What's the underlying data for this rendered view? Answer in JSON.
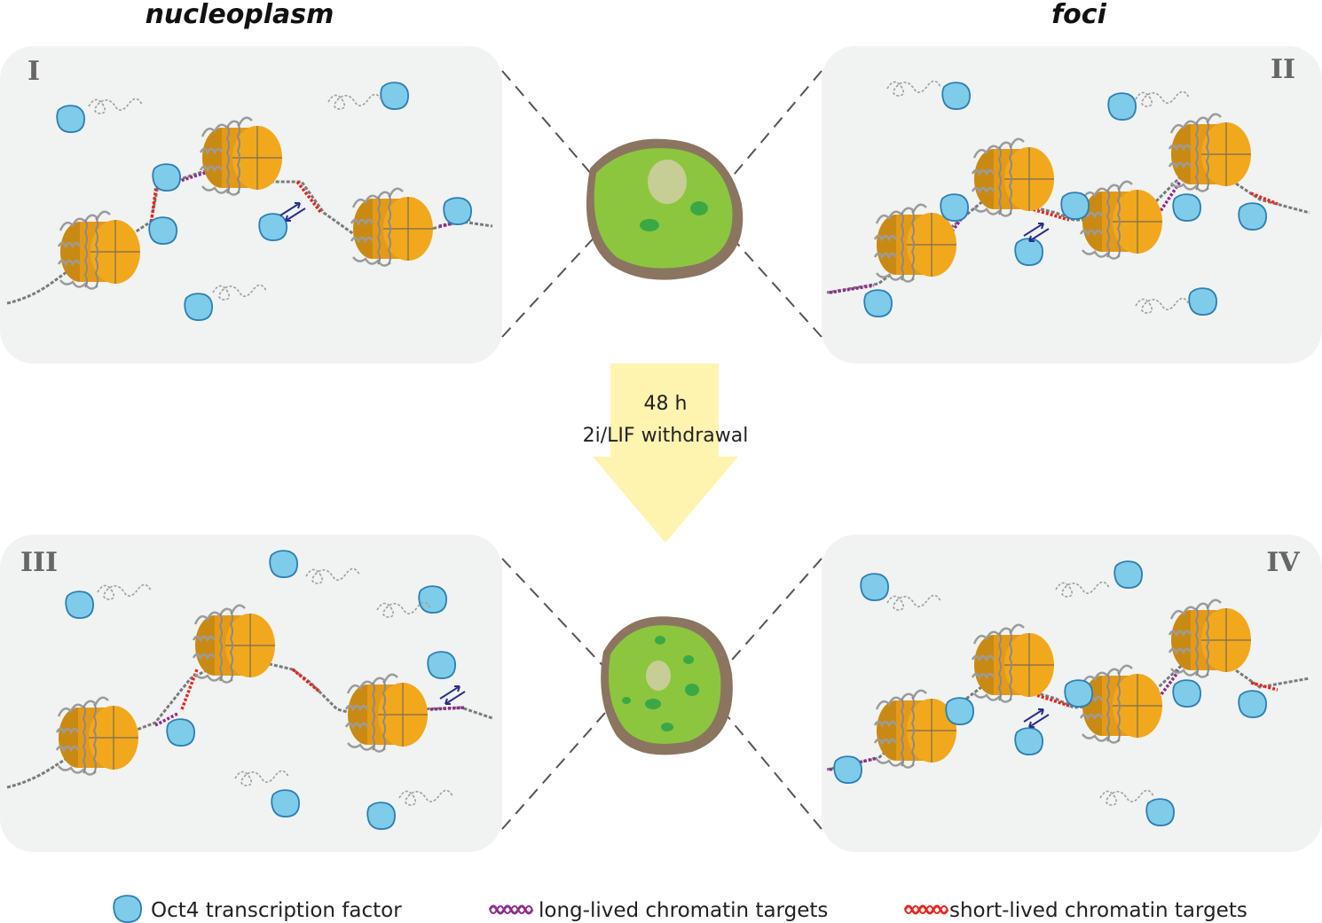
{
  "headings": {
    "left": "nucleoplasm",
    "right": "foci"
  },
  "panels": [
    {
      "id": "I"
    },
    {
      "id": "II"
    },
    {
      "id": "III"
    },
    {
      "id": "IV"
    }
  ],
  "arrow": {
    "line1": "48 h",
    "line2": "2i/LIF withdrawal"
  },
  "legend": {
    "oct4": "Oct4 transcription factor",
    "long": "long-lived chromatin targets",
    "short": "short-lived chromatin targets"
  },
  "colors": {
    "panel_bg": "#f1f2f2",
    "nucleosome": "#f2a81d",
    "oct4": "#7fcbea",
    "oct4_stroke": "#2b7fb5",
    "long_lived": "#8e2c8e",
    "short_lived": "#e8261d",
    "dna": "#7a7a7a",
    "nucleus": "#8cc63f",
    "cell_rim": "#8b7560",
    "focus": "#3aa845",
    "arrow": "#fff3b0",
    "double_arrow": "#2b2e8c"
  }
}
